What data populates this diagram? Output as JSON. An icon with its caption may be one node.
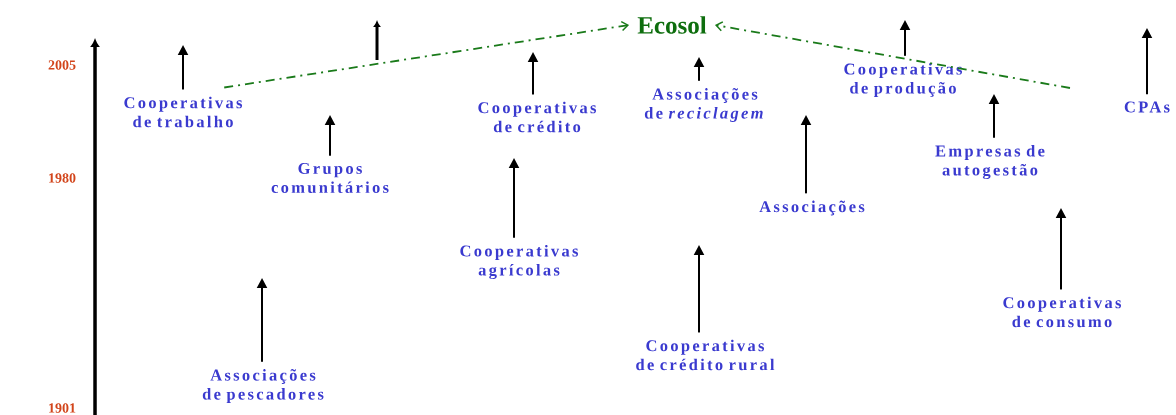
{
  "diagram": {
    "nodes": [
      {
        "text": [
          "Ecosol"
        ]
      },
      {
        "text": [
          "Cooperativas de trabalho"
        ]
      },
      {
        "text": [
          "Grupos comunitários"
        ]
      },
      {
        "text": [
          "Cooperativas de crédito"
        ]
      },
      {
        "text": [
          "Associações de *reciclagem*"
        ]
      },
      {
        "text": [
          "Cooperativas de produção"
        ]
      },
      {
        "text": [
          "CPAs"
        ]
      },
      {
        "text": [
          "Empresas de autogestão"
        ]
      },
      {
        "text": [
          "Associações"
        ]
      },
      {
        "text": [
          "Cooperativas agrícolas"
        ]
      },
      {
        "text": [
          "Cooperativas de consumo"
        ]
      },
      {
        "text": [
          "Associações de pescadores"
        ]
      },
      {
        "text": [
          "Cooperativas de crédito rural"
        ]
      }
    ],
    "edges": [
      {
        "from": 1,
        "to": 0,
        "arrow": "to",
        "style": "dashed",
        "color": "#1a7a1a"
      },
      {
        "from": null,
        "to": 0,
        "arrow": "to",
        "style": "dashed",
        "color": "#1a7a1a"
      },
      {
        "from": 1,
        "to": null,
        "arrow": "to"
      },
      {
        "from": 2,
        "to": null,
        "arrow": "to"
      },
      {
        "from": 3,
        "to": null,
        "arrow": "to"
      },
      {
        "from": 4,
        "to": null,
        "arrow": "to"
      },
      {
        "from": 5,
        "to": null,
        "arrow": "to"
      },
      {
        "from": 6,
        "to": null,
        "arrow": "to"
      },
      {
        "from": 7,
        "to": null,
        "arrow": "to"
      },
      {
        "from": 8,
        "to": null,
        "arrow": "to"
      },
      {
        "from": 9,
        "to": null,
        "arrow": "to"
      },
      {
        "from": 10,
        "to": null,
        "arrow": "to"
      },
      {
        "from": 11,
        "to": null,
        "arrow": "to"
      },
      {
        "from": 12,
        "to": null,
        "arrow": "to"
      }
    ],
    "labels": [
      "2005",
      "1980",
      "1901"
    ]
  }
}
